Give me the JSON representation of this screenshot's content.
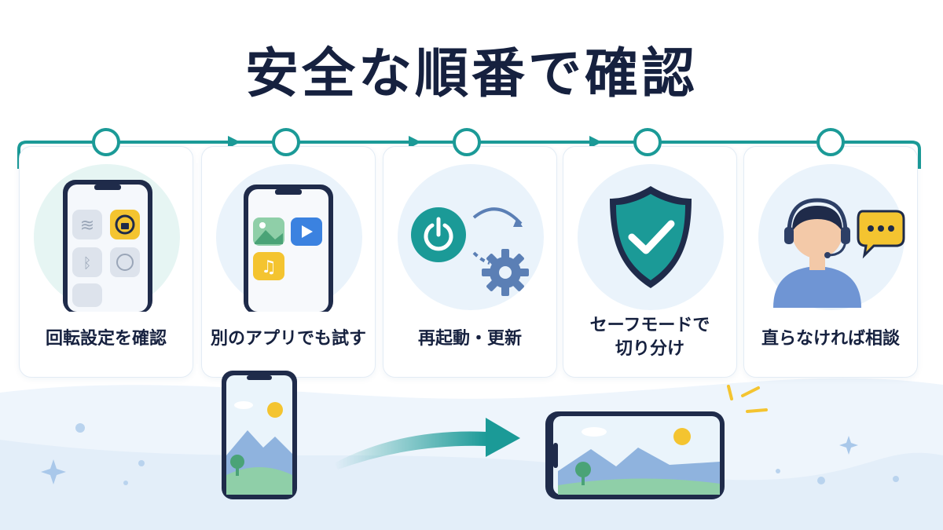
{
  "title": "安全な順番で確認",
  "steps": [
    {
      "label": "回転設定を確認",
      "icon": "phone-control-center-icon"
    },
    {
      "label": "別のアプリでも試す",
      "icon": "phone-apps-icon"
    },
    {
      "label": "再起動・更新",
      "icon": "power-restart-gear-icon"
    },
    {
      "label": "セーフモードで切り分け",
      "line1": "セーフモードで",
      "line2": "切り分け",
      "icon": "shield-check-icon"
    },
    {
      "label": "直らなければ相談",
      "icon": "support-agent-icon"
    }
  ],
  "colors": {
    "accent": "#1b9a97",
    "title": "#16213f",
    "rotation_lock": "#f4c430",
    "bubble": "#f4c430",
    "background_wave": "#eaf3fb"
  }
}
